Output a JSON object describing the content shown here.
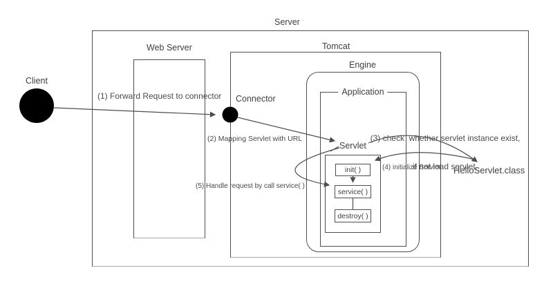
{
  "diagram": {
    "server_label": "Server",
    "web_server_label": "Web Server",
    "tomcat_label": "Tomcat",
    "engine_label": "Engine",
    "application_label": "Application",
    "servlet_label": "Servlet",
    "client_label": "Client",
    "connector_label": "Connector",
    "hello_servlet_label": "HelloServlet.class",
    "lifecycle": {
      "init_label": "init( )",
      "service_label": "service( )",
      "destroy_label": "destroy( )"
    },
    "annotations": {
      "step1": "(1) Forward Request to connector",
      "step2": "(2) Mapping Servlet with URL",
      "step3_line1": "(3) check  whether servlet instance exist,",
      "step3_line2": "if not load servlet.",
      "step4": "(4) initialize Servlet",
      "step5": "(5) Handle request by call service( )"
    },
    "colors": {
      "line": "#4d4d4d",
      "text": "#3f3f3f",
      "node_fill": "#000000",
      "background": "#ffffff"
    }
  }
}
